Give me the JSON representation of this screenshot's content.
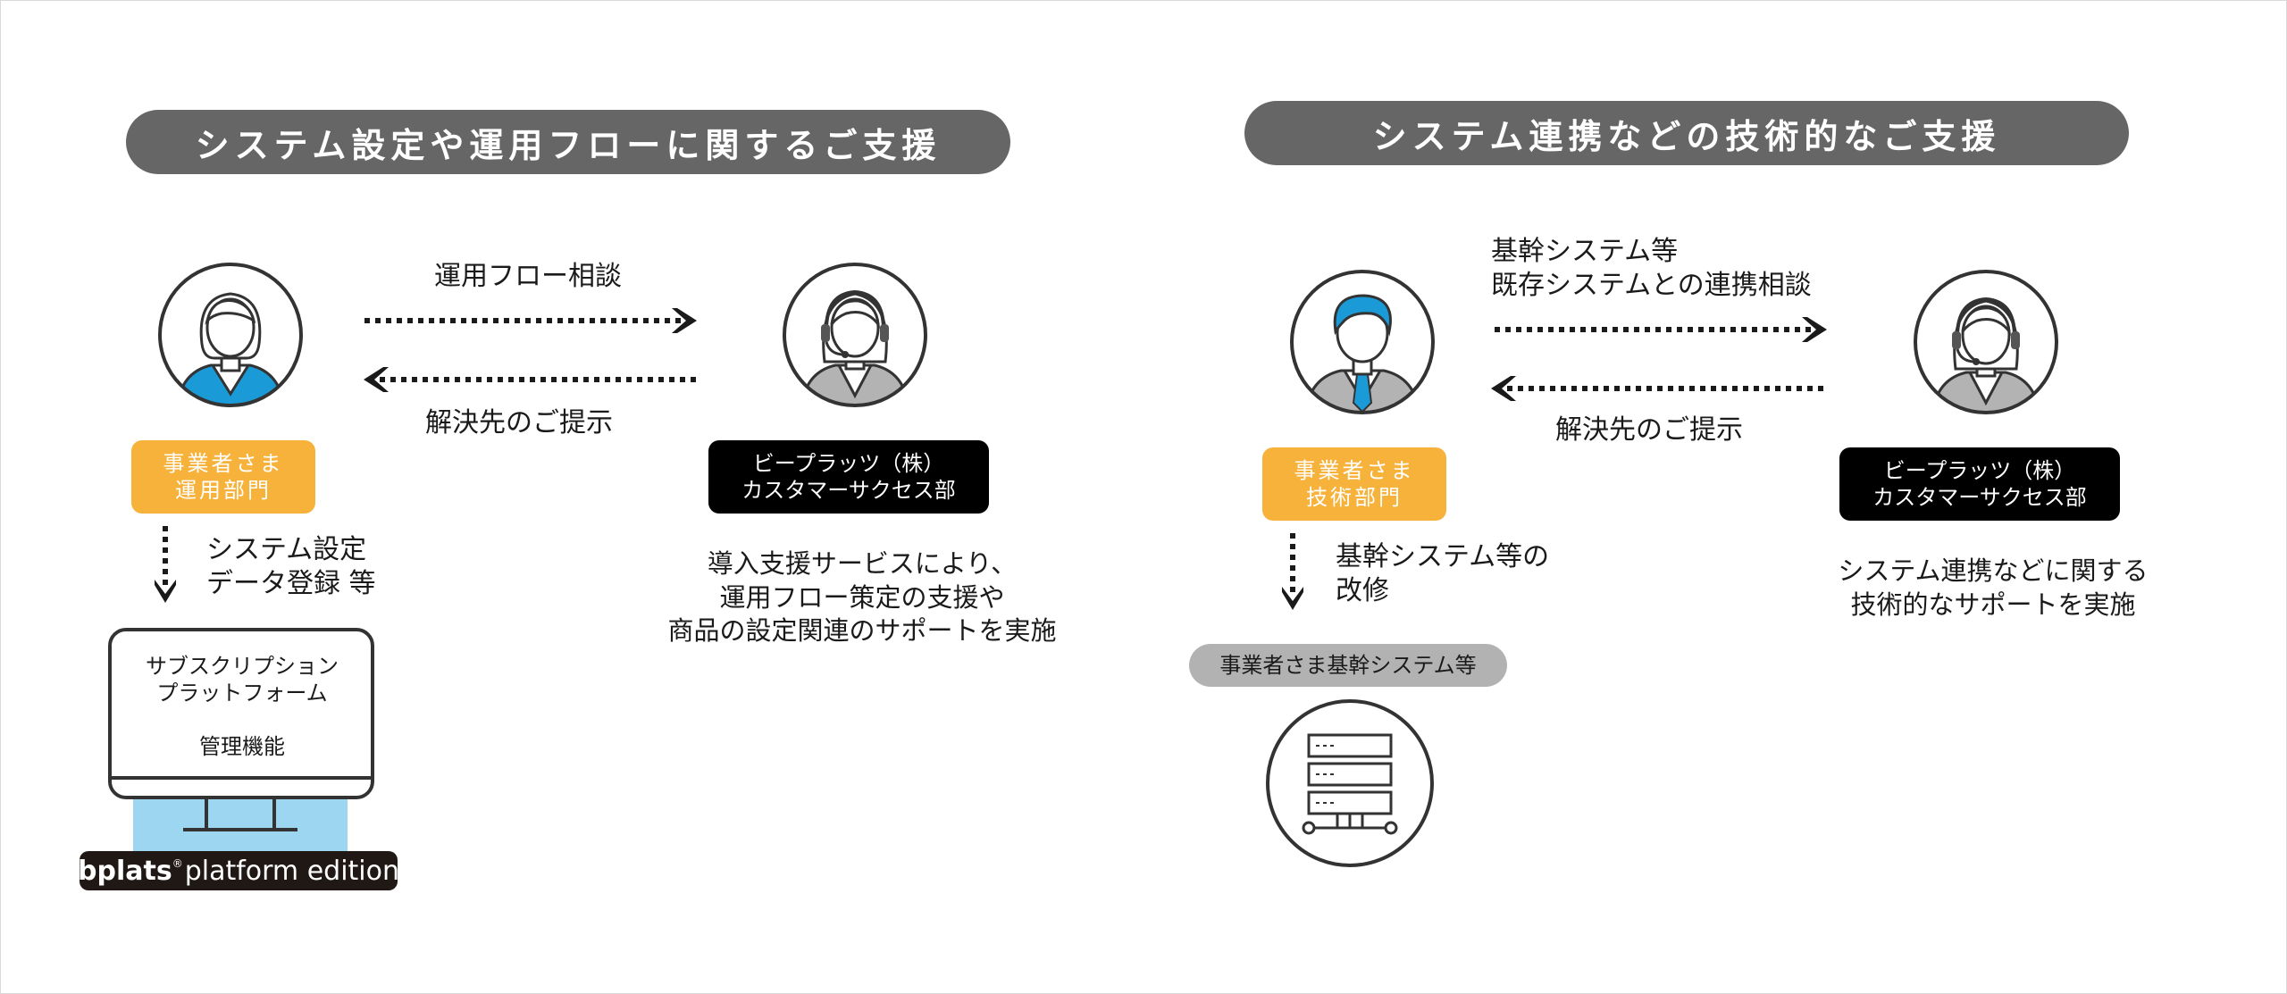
{
  "left": {
    "header": "システム設定や運用フローに関するご支援",
    "arrow_top_label": "運用フロー相談",
    "arrow_bottom_label": "解決先のご提示",
    "user_badge": [
      "事業者さま",
      "運用部門"
    ],
    "staff_badge": [
      "ビープラッツ（株）",
      "カスタマーサクセス部"
    ],
    "down_label": [
      "システム設定",
      "データ登録 等"
    ],
    "monitor": {
      "line1": "サブスクリプション",
      "line2": "プラットフォーム",
      "line3": "管理機能"
    },
    "brand": {
      "bold": "bplats",
      "mark": "®",
      "rest": "platform edition"
    },
    "staff_desc": [
      "導入支援サービスにより、",
      "運用フロー策定の支援や",
      "商品の設定関連のサポートを実施"
    ]
  },
  "right": {
    "header": "システム連携などの技術的なご支援",
    "arrow_top_label": [
      "基幹システム等",
      "既存システムとの連携相談"
    ],
    "arrow_bottom_label": "解決先のご提示",
    "user_badge": [
      "事業者さま",
      "技術部門"
    ],
    "staff_badge": [
      "ビープラッツ（株）",
      "カスタマーサクセス部"
    ],
    "down_label": [
      "基幹システム等の",
      "改修"
    ],
    "system_badge": "事業者さま基幹システム等",
    "staff_desc": [
      "システム連携などに関する",
      "技術的なサポートを実施"
    ]
  },
  "colors": {
    "header_bg": "#666666",
    "orange": "#f7b23b",
    "accent_blue": "#1a9bd7",
    "light_blue": "#9dd6f0",
    "black": "#000000",
    "gray_badge": "#b2b2b2"
  }
}
